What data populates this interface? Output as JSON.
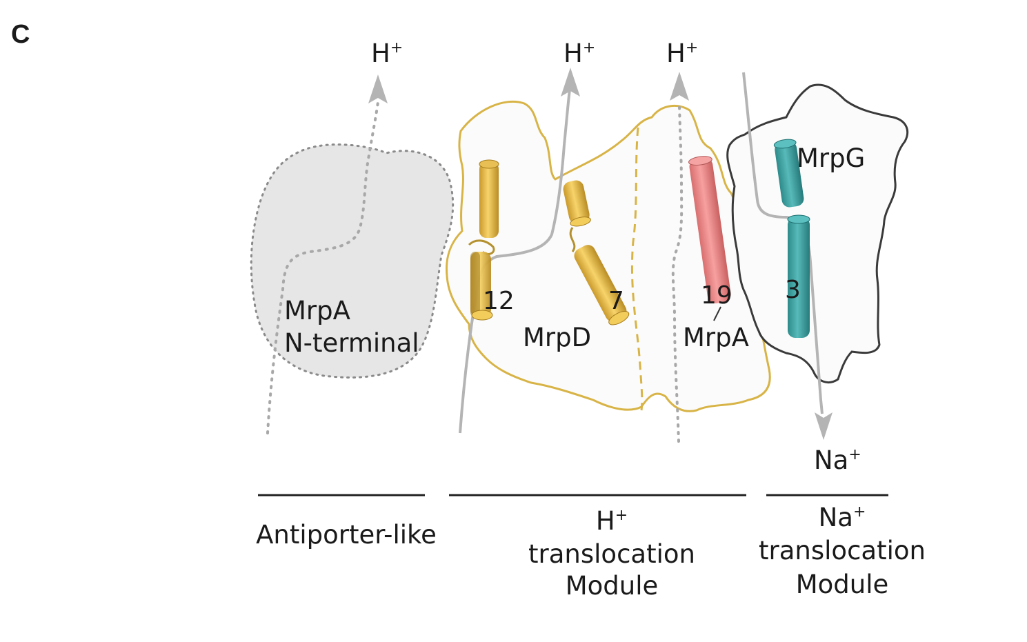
{
  "panel_label": "C",
  "ions": {
    "h1": "H",
    "h1_sup": "+",
    "h2": "H",
    "h2_sup": "+",
    "h3": "H",
    "h3_sup": "+",
    "na": "Na",
    "na_sup": "+"
  },
  "proteins": {
    "mrpa_nterm_line1": "MrpA",
    "mrpa_nterm_line2": "N-terminal",
    "mrpd": "MrpD",
    "mrpa": "MrpA",
    "mrpg": "MrpG"
  },
  "helices": {
    "h12": "12",
    "h7": "7",
    "h19": "19",
    "h3": "3"
  },
  "modules": {
    "antiporter": "Antiporter-like",
    "h_module_line1": "H",
    "h_module_sup": "+",
    "h_module_line2": "translocation",
    "h_module_line3": "Module",
    "na_module_line1": "Na",
    "na_module_sup": "+",
    "na_module_line2": "translocation",
    "na_module_line3": "Module"
  },
  "colors": {
    "mrpd_outline": "#d8b447",
    "helix_yellow": "#f1c85a",
    "helix_pink": "#ec8a8a",
    "helix_teal": "#3fa3a3",
    "mrpg_outline": "#3a3a3a",
    "arrow_gray": "#b4b4b4",
    "nterm_fill": "#e6e6e6"
  }
}
